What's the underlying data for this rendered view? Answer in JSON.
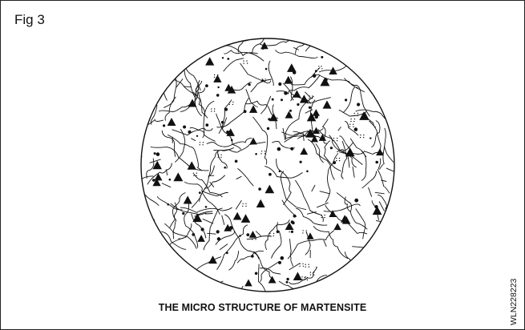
{
  "figure": {
    "label": "Fig 3",
    "caption": "THE MICRO STRUCTURE OF MARTENSITE",
    "reference_code": "WLN228223"
  },
  "colors": {
    "ink": "#111111",
    "background": "#ffffff"
  }
}
